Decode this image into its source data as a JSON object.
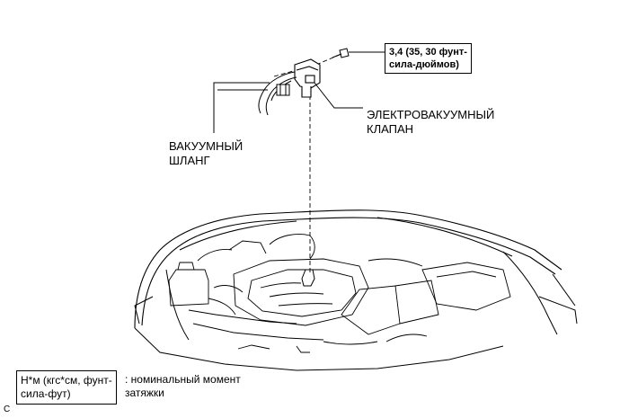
{
  "labels": {
    "torque": {
      "line1": "3,4 (35, 30 фунт-",
      "line2": "сила-дюймов)"
    },
    "valve": {
      "line1": "ЭЛЕКТРОВАКУУМНЫЙ",
      "line2": "КЛАПАН"
    },
    "hose": {
      "line1": "ВАКУУМНЫЙ",
      "line2": "ШЛАНГ"
    }
  },
  "legend": {
    "unit_line1": "Н*м (кгс*см, фунт-",
    "unit_line2": "сила-фут)",
    "desc_line1": ": номинальный момент",
    "desc_line2": "затяжки"
  },
  "corner_mark": "C"
}
